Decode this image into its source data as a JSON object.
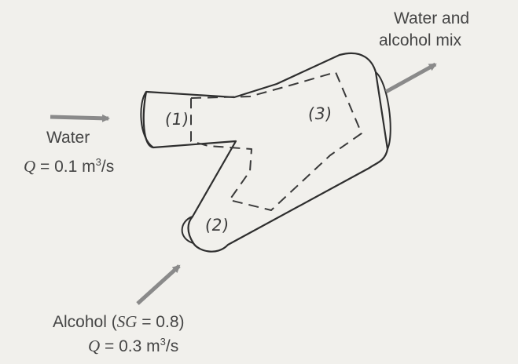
{
  "outlet": {
    "line1": "Water and",
    "line2": "alcohol mix"
  },
  "inlet_water": {
    "name": "Water",
    "q_symbol": "Q",
    "q_rest": " = 0.1 m",
    "q_exp": "3",
    "q_unit": "/s"
  },
  "inlet_alcohol": {
    "name_prefix": "Alcohol (",
    "sg_symbol": "SG",
    "name_suffix": " = 0.8)",
    "q_symbol": "Q",
    "q_rest": " = 0.3 m",
    "q_exp": "3",
    "q_unit": "/s"
  },
  "sections": {
    "s1": "(1)",
    "s2": "(2)",
    "s3": "(3)"
  },
  "colors": {
    "background": "#f1f0ec",
    "ink": "#3a3a3a",
    "arrow": "#8a8a8a"
  }
}
